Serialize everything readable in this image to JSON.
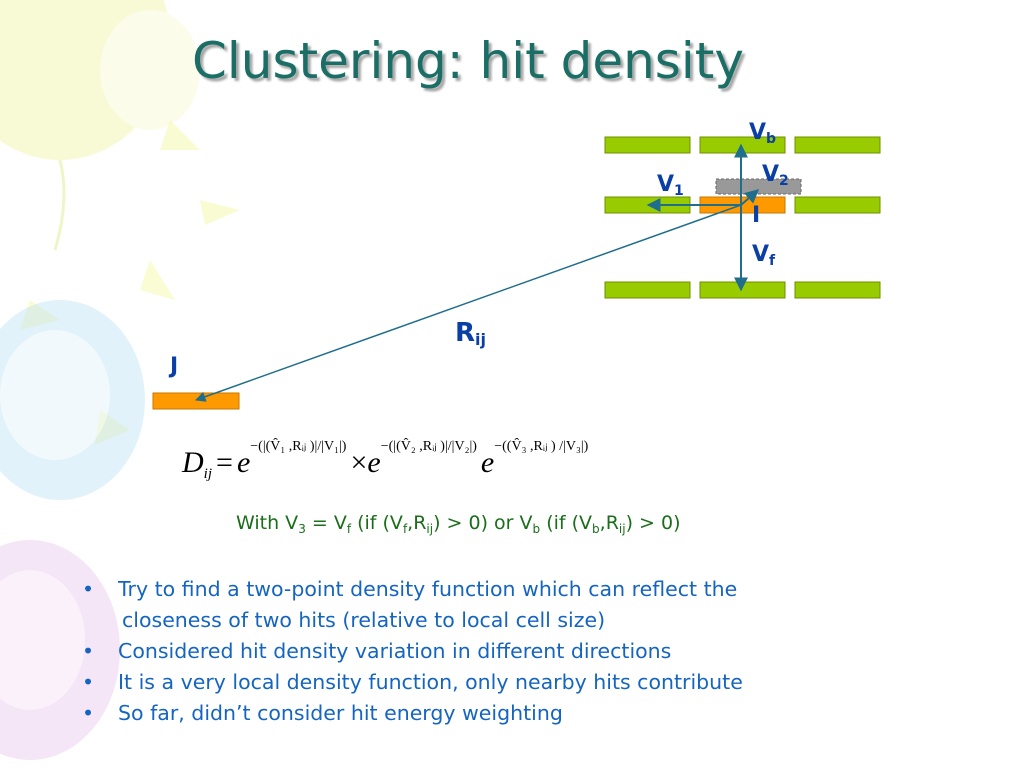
{
  "title": "Clustering: hit density",
  "labels": {
    "vb": "V",
    "vb_sub": "b",
    "v1": "V",
    "v1_sub": "1",
    "v2": "V",
    "v2_sub": "2",
    "i": "I",
    "vf": "V",
    "vf_sub": "f",
    "rij": "R",
    "rij_sub": "ij",
    "j": "J"
  },
  "formula": {
    "lhs": "D",
    "lhs_sub": "ij",
    "eq": "=",
    "e": "e",
    "times": "×",
    "exp1": "−(|(V̂₁ ,Rᵢⱼ )|/|V₁|)",
    "exp2": "−(|(V̂₂ ,Rᵢⱼ )|/|V₂|)",
    "exp3": "−((V̂₃ ,Rᵢⱼ ) /|V₃|)"
  },
  "with_line": {
    "p1": "With V",
    "s1": "3",
    "p2": " = V",
    "s2": "f",
    "p3": "  (if (V",
    "s3": "f",
    "p4": ",R",
    "s4": "ij",
    "p5": ") > 0) or V",
    "s5": "b",
    "p6": " (if (V",
    "s6": "b",
    "p7": ",R",
    "s7": "ij",
    "p8": ") > 0)"
  },
  "bullets": [
    {
      "line1": "Try to find a two-point density function which can reflect the",
      "line2": " closeness of two hits (relative to local cell size)"
    },
    {
      "line1": "Considered hit density variation in different directions"
    },
    {
      "line1": "It is a very local density function, only nearby hits contribute"
    },
    {
      "line1": "So far, didn’t consider hit energy weighting"
    }
  ],
  "bullet_char": "•",
  "colors": {
    "title": "#1a6e66",
    "cell_green": "#99cc00",
    "cell_orange": "#ff9900",
    "cell_gray": "#999999",
    "arrow": "#1f6e8c",
    "label_blue": "#0a3fa6",
    "with_text": "#1a6e1a",
    "bullet_text": "#1565c0"
  }
}
